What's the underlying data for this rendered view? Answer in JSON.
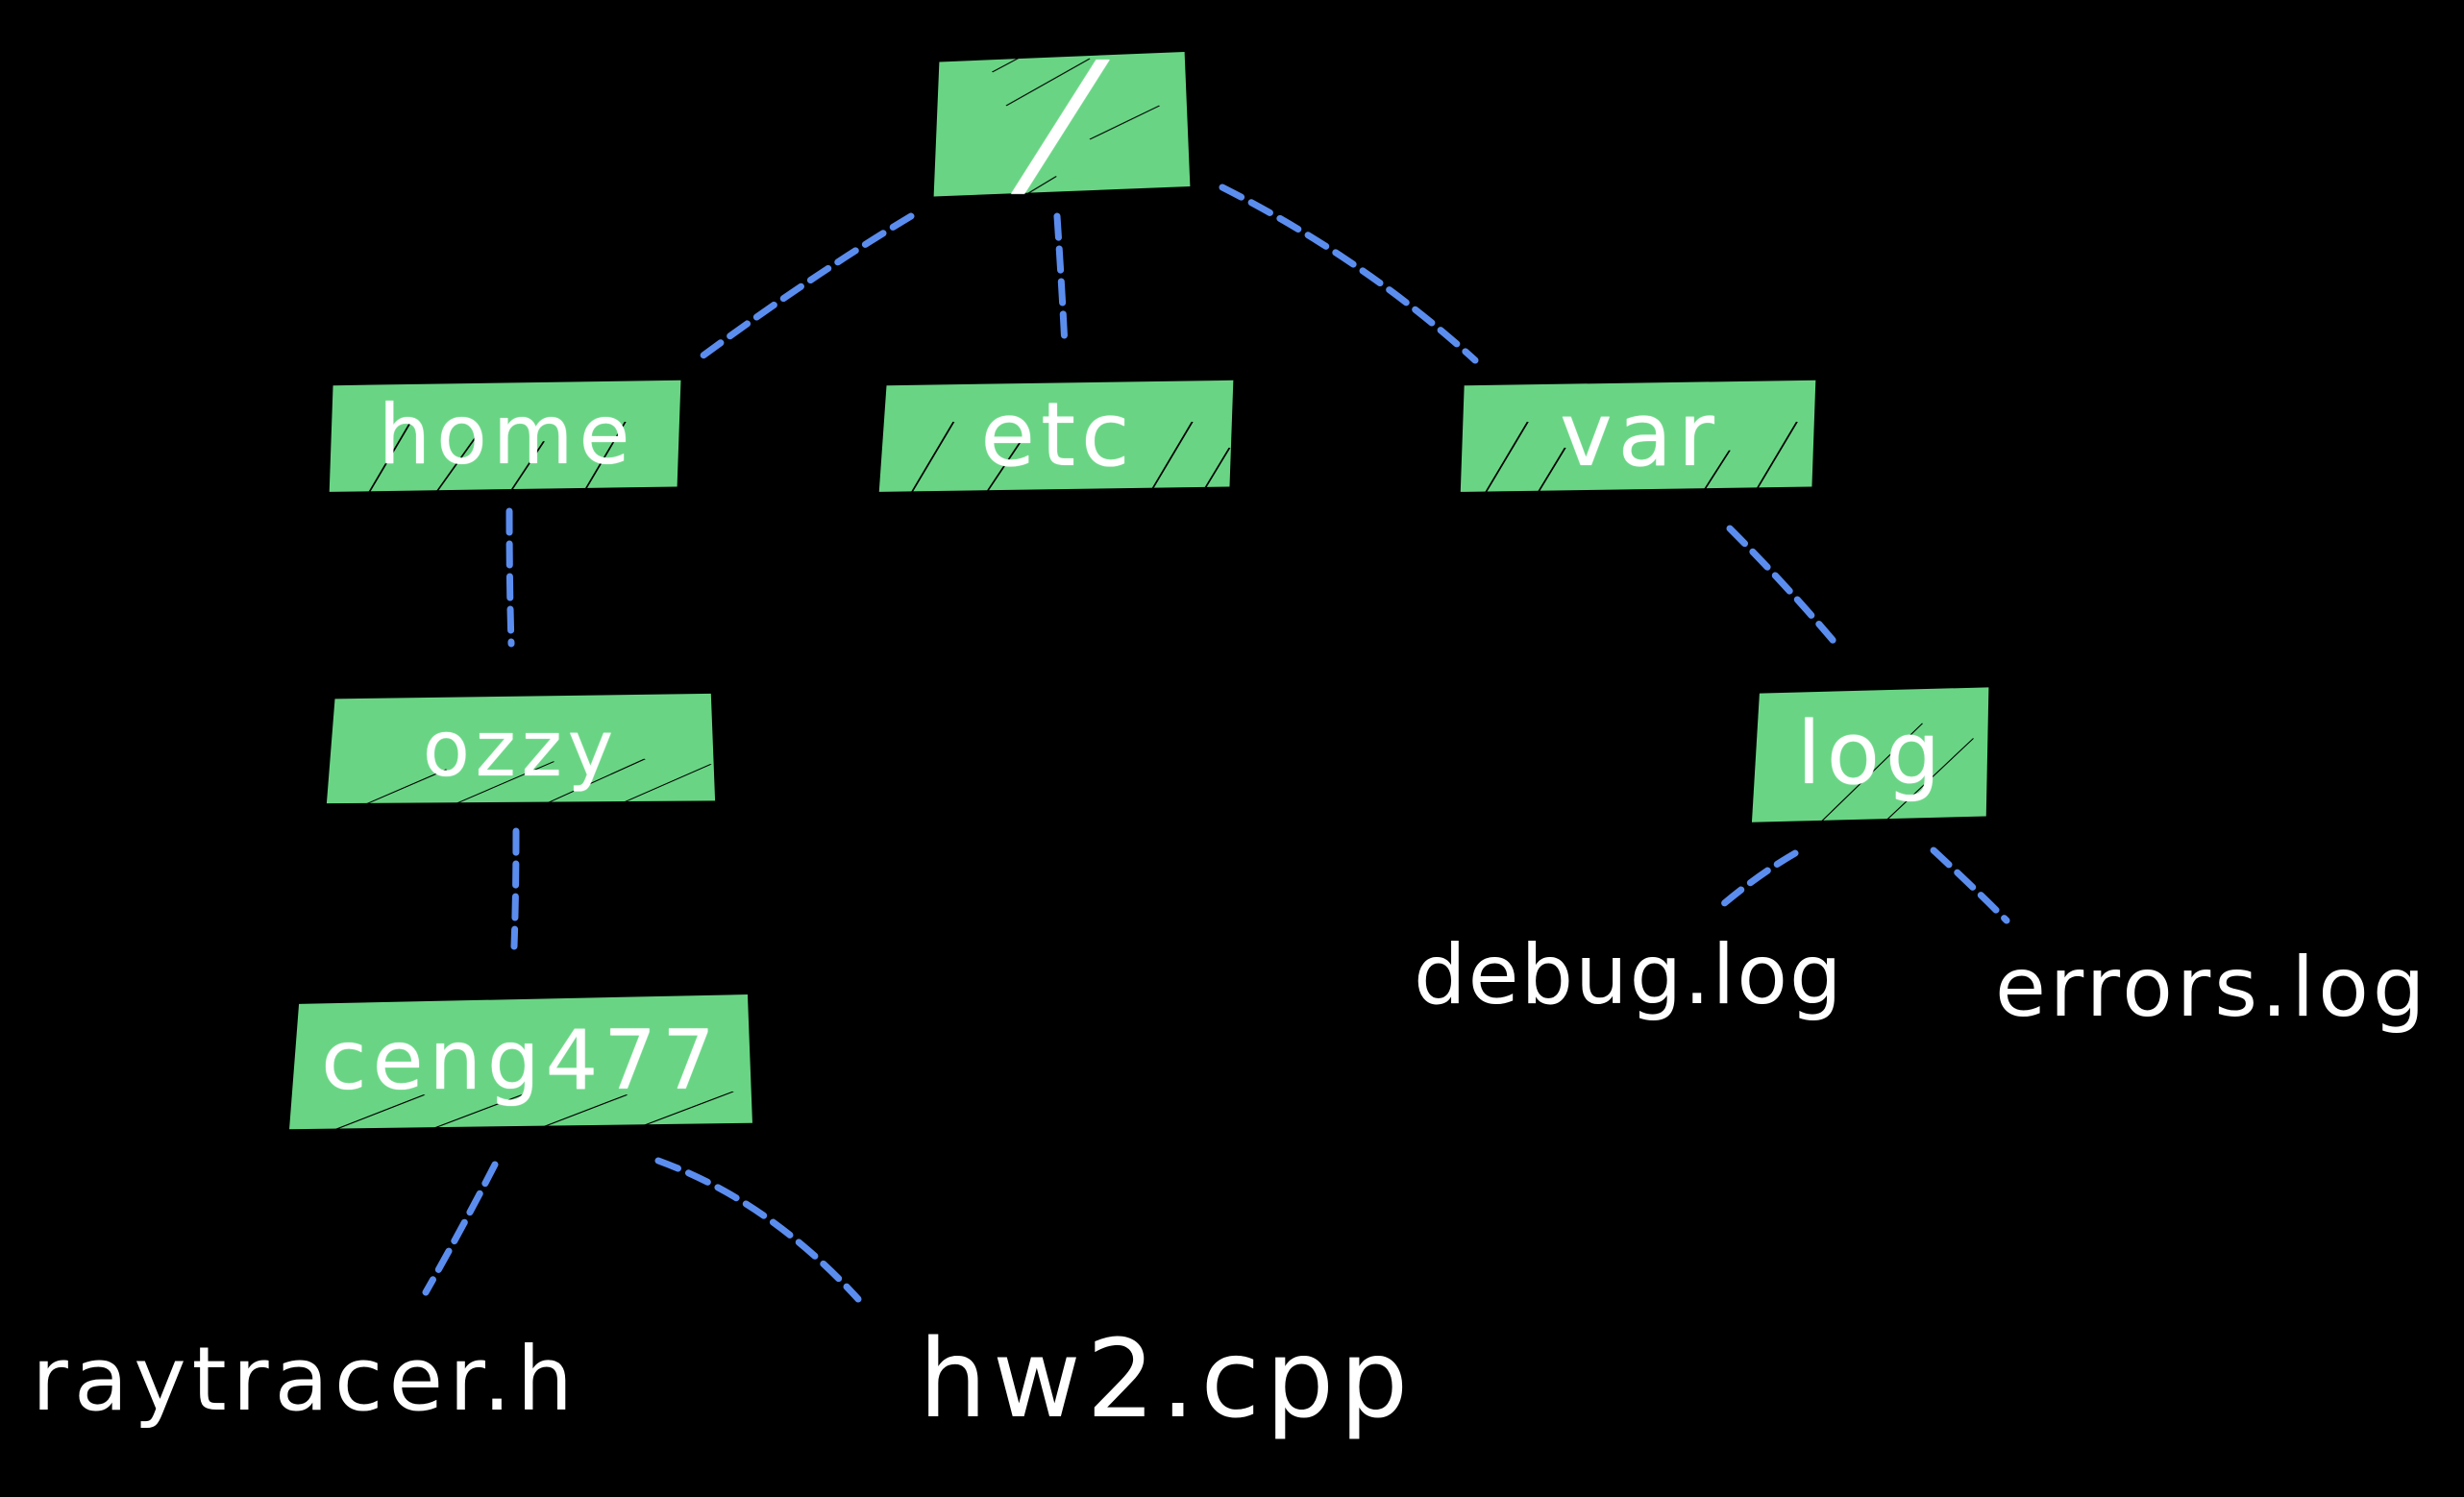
{
  "diagram": {
    "title": "",
    "type": "directory-tree",
    "colors": {
      "background": "#000000",
      "node_fill": "#69D584",
      "edge": "#5B8DEF",
      "text": "#FFFFFF"
    },
    "nodes": {
      "root": {
        "label": "/",
        "kind": "directory"
      },
      "home": {
        "label": "home",
        "kind": "directory"
      },
      "etc": {
        "label": "etc",
        "kind": "directory"
      },
      "var": {
        "label": "var",
        "kind": "directory"
      },
      "ozzy": {
        "label": "ozzy",
        "kind": "directory"
      },
      "ceng477": {
        "label": "ceng477",
        "kind": "directory"
      },
      "log": {
        "label": "log",
        "kind": "directory"
      },
      "raytracer_h": {
        "label": "raytracer.h",
        "kind": "file"
      },
      "hw2_cpp": {
        "label": "hw2.cpp",
        "kind": "file"
      },
      "debug_log": {
        "label": "debug.log",
        "kind": "file"
      },
      "errors_log": {
        "label": "errors.log",
        "kind": "file"
      }
    },
    "edges": [
      {
        "from": "/",
        "to": "home"
      },
      {
        "from": "/",
        "to": "etc"
      },
      {
        "from": "/",
        "to": "var"
      },
      {
        "from": "home",
        "to": "ozzy"
      },
      {
        "from": "ozzy",
        "to": "ceng477"
      },
      {
        "from": "ceng477",
        "to": "raytracer.h"
      },
      {
        "from": "ceng477",
        "to": "hw2.cpp"
      },
      {
        "from": "var",
        "to": "log"
      },
      {
        "from": "log",
        "to": "debug.log"
      },
      {
        "from": "log",
        "to": "errors.log"
      }
    ]
  }
}
